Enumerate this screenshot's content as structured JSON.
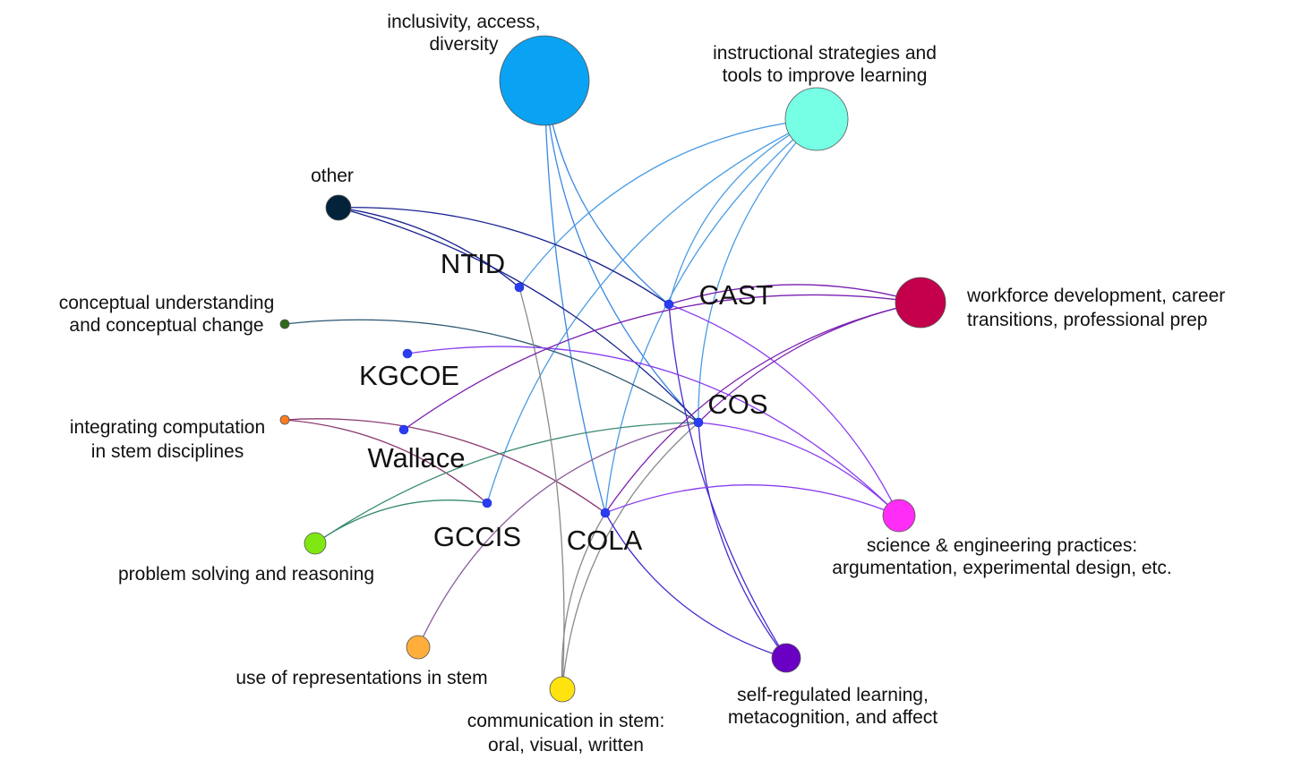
{
  "colleges": [
    {
      "id": "ntid",
      "label": "NTID"
    },
    {
      "id": "cast",
      "label": "CAST"
    },
    {
      "id": "kgcoe",
      "label": "KGCOE"
    },
    {
      "id": "cos",
      "label": "COS"
    },
    {
      "id": "wallace",
      "label": "Wallace"
    },
    {
      "id": "gccis",
      "label": "GCCIS"
    },
    {
      "id": "cola",
      "label": "COLA"
    }
  ],
  "topics": [
    {
      "id": "inclusivity",
      "lines": [
        "inclusivity, access,",
        "diversity"
      ],
      "color": "#0aa2f2"
    },
    {
      "id": "instructional",
      "lines": [
        "instructional strategies and",
        "tools to improve learning"
      ],
      "color": "#76ffe5"
    },
    {
      "id": "other",
      "lines": [
        "other"
      ],
      "color": "#03233a"
    },
    {
      "id": "conceptual",
      "lines": [
        "conceptual understanding",
        "and conceptual change"
      ],
      "color": "#2d6b1a"
    },
    {
      "id": "computation",
      "lines": [
        "integrating computation",
        "in stem disciplines"
      ],
      "color": "#ff7c1d"
    },
    {
      "id": "problem",
      "lines": [
        "problem solving and reasoning"
      ],
      "color": "#7fe812"
    },
    {
      "id": "representations",
      "lines": [
        "use of representations in stem"
      ],
      "color": "#ffae3b"
    },
    {
      "id": "communication",
      "lines": [
        "communication in stem:",
        "oral, visual, written"
      ],
      "color": "#ffe30f"
    },
    {
      "id": "selfreg",
      "lines": [
        "self-regulated learning,",
        "metacognition, and affect"
      ],
      "color": "#6a00c4"
    },
    {
      "id": "science",
      "lines": [
        "science & engineering practices:",
        "argumentation, experimental design, etc."
      ],
      "color": "#ff2df5"
    },
    {
      "id": "workforce",
      "lines": [
        "workforce development, career",
        "transitions, professional prep"
      ],
      "color": "#c4004d"
    }
  ],
  "edges": [
    {
      "from": "inclusivity",
      "to": "cola",
      "color": "#3a88e0"
    },
    {
      "from": "inclusivity",
      "to": "cos",
      "color": "#3a88e0"
    },
    {
      "from": "inclusivity",
      "to": "cast",
      "color": "#3a88e0"
    },
    {
      "from": "instructional",
      "to": "ntid",
      "color": "#4a9ce4"
    },
    {
      "from": "instructional",
      "to": "cola",
      "color": "#4a9ce4"
    },
    {
      "from": "instructional",
      "to": "gccis",
      "color": "#4a9ce4"
    },
    {
      "from": "instructional",
      "to": "cos",
      "color": "#4a9ce4"
    },
    {
      "from": "instructional",
      "to": "cast",
      "color": "#4a9ce4"
    },
    {
      "from": "other",
      "to": "ntid",
      "color": "#17208e"
    },
    {
      "from": "other",
      "to": "cast",
      "color": "#17208e"
    },
    {
      "from": "other",
      "to": "cos",
      "color": "#17208e"
    },
    {
      "from": "conceptual",
      "to": "cos",
      "color": "#2a5570"
    },
    {
      "from": "computation",
      "to": "gccis",
      "color": "#8a3a70"
    },
    {
      "from": "computation",
      "to": "cola",
      "color": "#8a3a70"
    },
    {
      "from": "problem",
      "to": "gccis",
      "color": "#3a8a72"
    },
    {
      "from": "problem",
      "to": "cos",
      "color": "#3a8a72"
    },
    {
      "from": "representations",
      "to": "cos",
      "color": "#8a5a9a"
    },
    {
      "from": "communication",
      "to": "ntid",
      "color": "#8a8a8a"
    },
    {
      "from": "communication",
      "to": "cola",
      "color": "#8a8a8a"
    },
    {
      "from": "communication",
      "to": "cos",
      "color": "#8a8a8a"
    },
    {
      "from": "selfreg",
      "to": "cola",
      "color": "#4a2ad0"
    },
    {
      "from": "selfreg",
      "to": "cos",
      "color": "#4a2ad0"
    },
    {
      "from": "selfreg",
      "to": "cast",
      "color": "#4a2ad0"
    },
    {
      "from": "science",
      "to": "kgcoe",
      "color": "#8a3cf0"
    },
    {
      "from": "science",
      "to": "cast",
      "color": "#8a3cf0"
    },
    {
      "from": "science",
      "to": "cos",
      "color": "#8a3cf0"
    },
    {
      "from": "science",
      "to": "cola",
      "color": "#8a3cf0"
    },
    {
      "from": "workforce",
      "to": "wallace",
      "color": "#7a20b0"
    },
    {
      "from": "workforce",
      "to": "cast",
      "color": "#7a20b0"
    },
    {
      "from": "workforce",
      "to": "cos",
      "color": "#7a20b0"
    },
    {
      "from": "workforce",
      "to": "cola",
      "color": "#7a20b0"
    }
  ]
}
